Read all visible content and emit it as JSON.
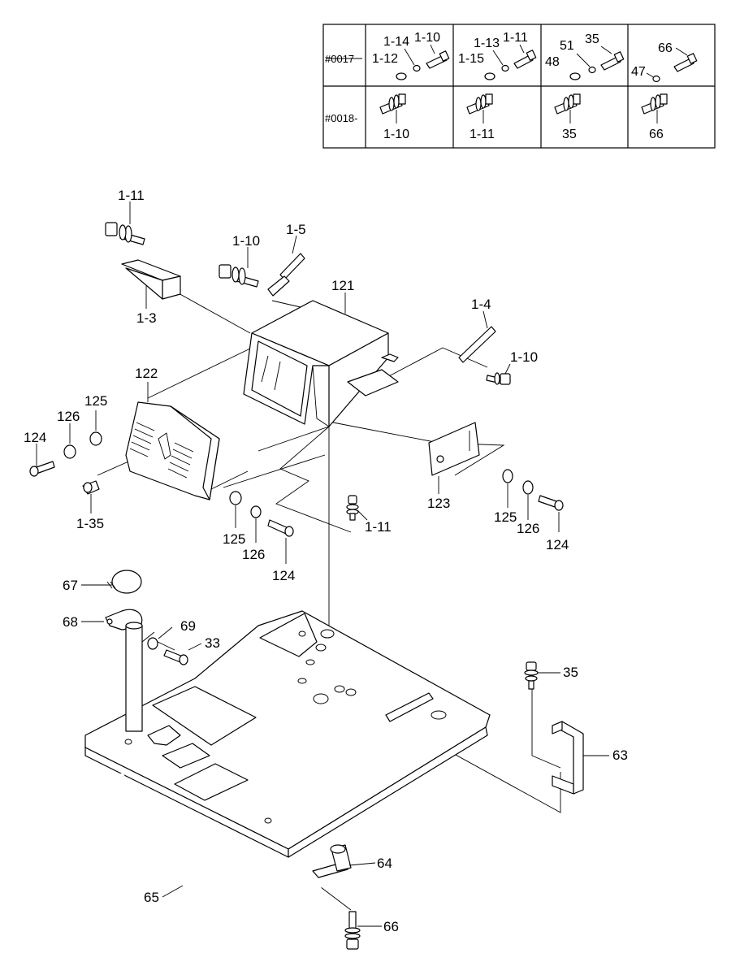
{
  "table": {
    "rows": [
      {
        "label": "#0017",
        "cells": [
          {
            "labels": [
              "1-14",
              "1-10",
              "1-12"
            ]
          },
          {
            "labels": [
              "1-13",
              "1-11",
              "1-15"
            ]
          },
          {
            "labels": [
              "51",
              "35",
              "48"
            ]
          },
          {
            "labels": [
              "66",
              "47"
            ]
          }
        ]
      },
      {
        "label": "#0018-",
        "cells": [
          {
            "labels": [
              "1-10"
            ]
          },
          {
            "labels": [
              "1-11"
            ]
          },
          {
            "labels": [
              "35"
            ]
          },
          {
            "labels": [
              "66"
            ]
          }
        ]
      }
    ]
  },
  "parts": {
    "p1_11_top": "1-11",
    "p1_10_top": "1-10",
    "p1_5": "1-5",
    "p121": "121",
    "p1_3": "1-3",
    "p1_4": "1-4",
    "p1_10_right": "1-10",
    "p122": "122",
    "p125_left": "125",
    "p126_left": "126",
    "p124_left": "124",
    "p1_35": "1-35",
    "p123": "123",
    "p1_11_mid": "1-11",
    "p125_mid": "125",
    "p126_mid": "126",
    "p124_mid": "124",
    "p125_right": "125",
    "p126_right": "126",
    "p124_right": "124",
    "p67": "67",
    "p68": "68",
    "p69": "69",
    "p33": "33",
    "p35": "35",
    "p63": "63",
    "p64": "64",
    "p65": "65",
    "p66": "66"
  }
}
